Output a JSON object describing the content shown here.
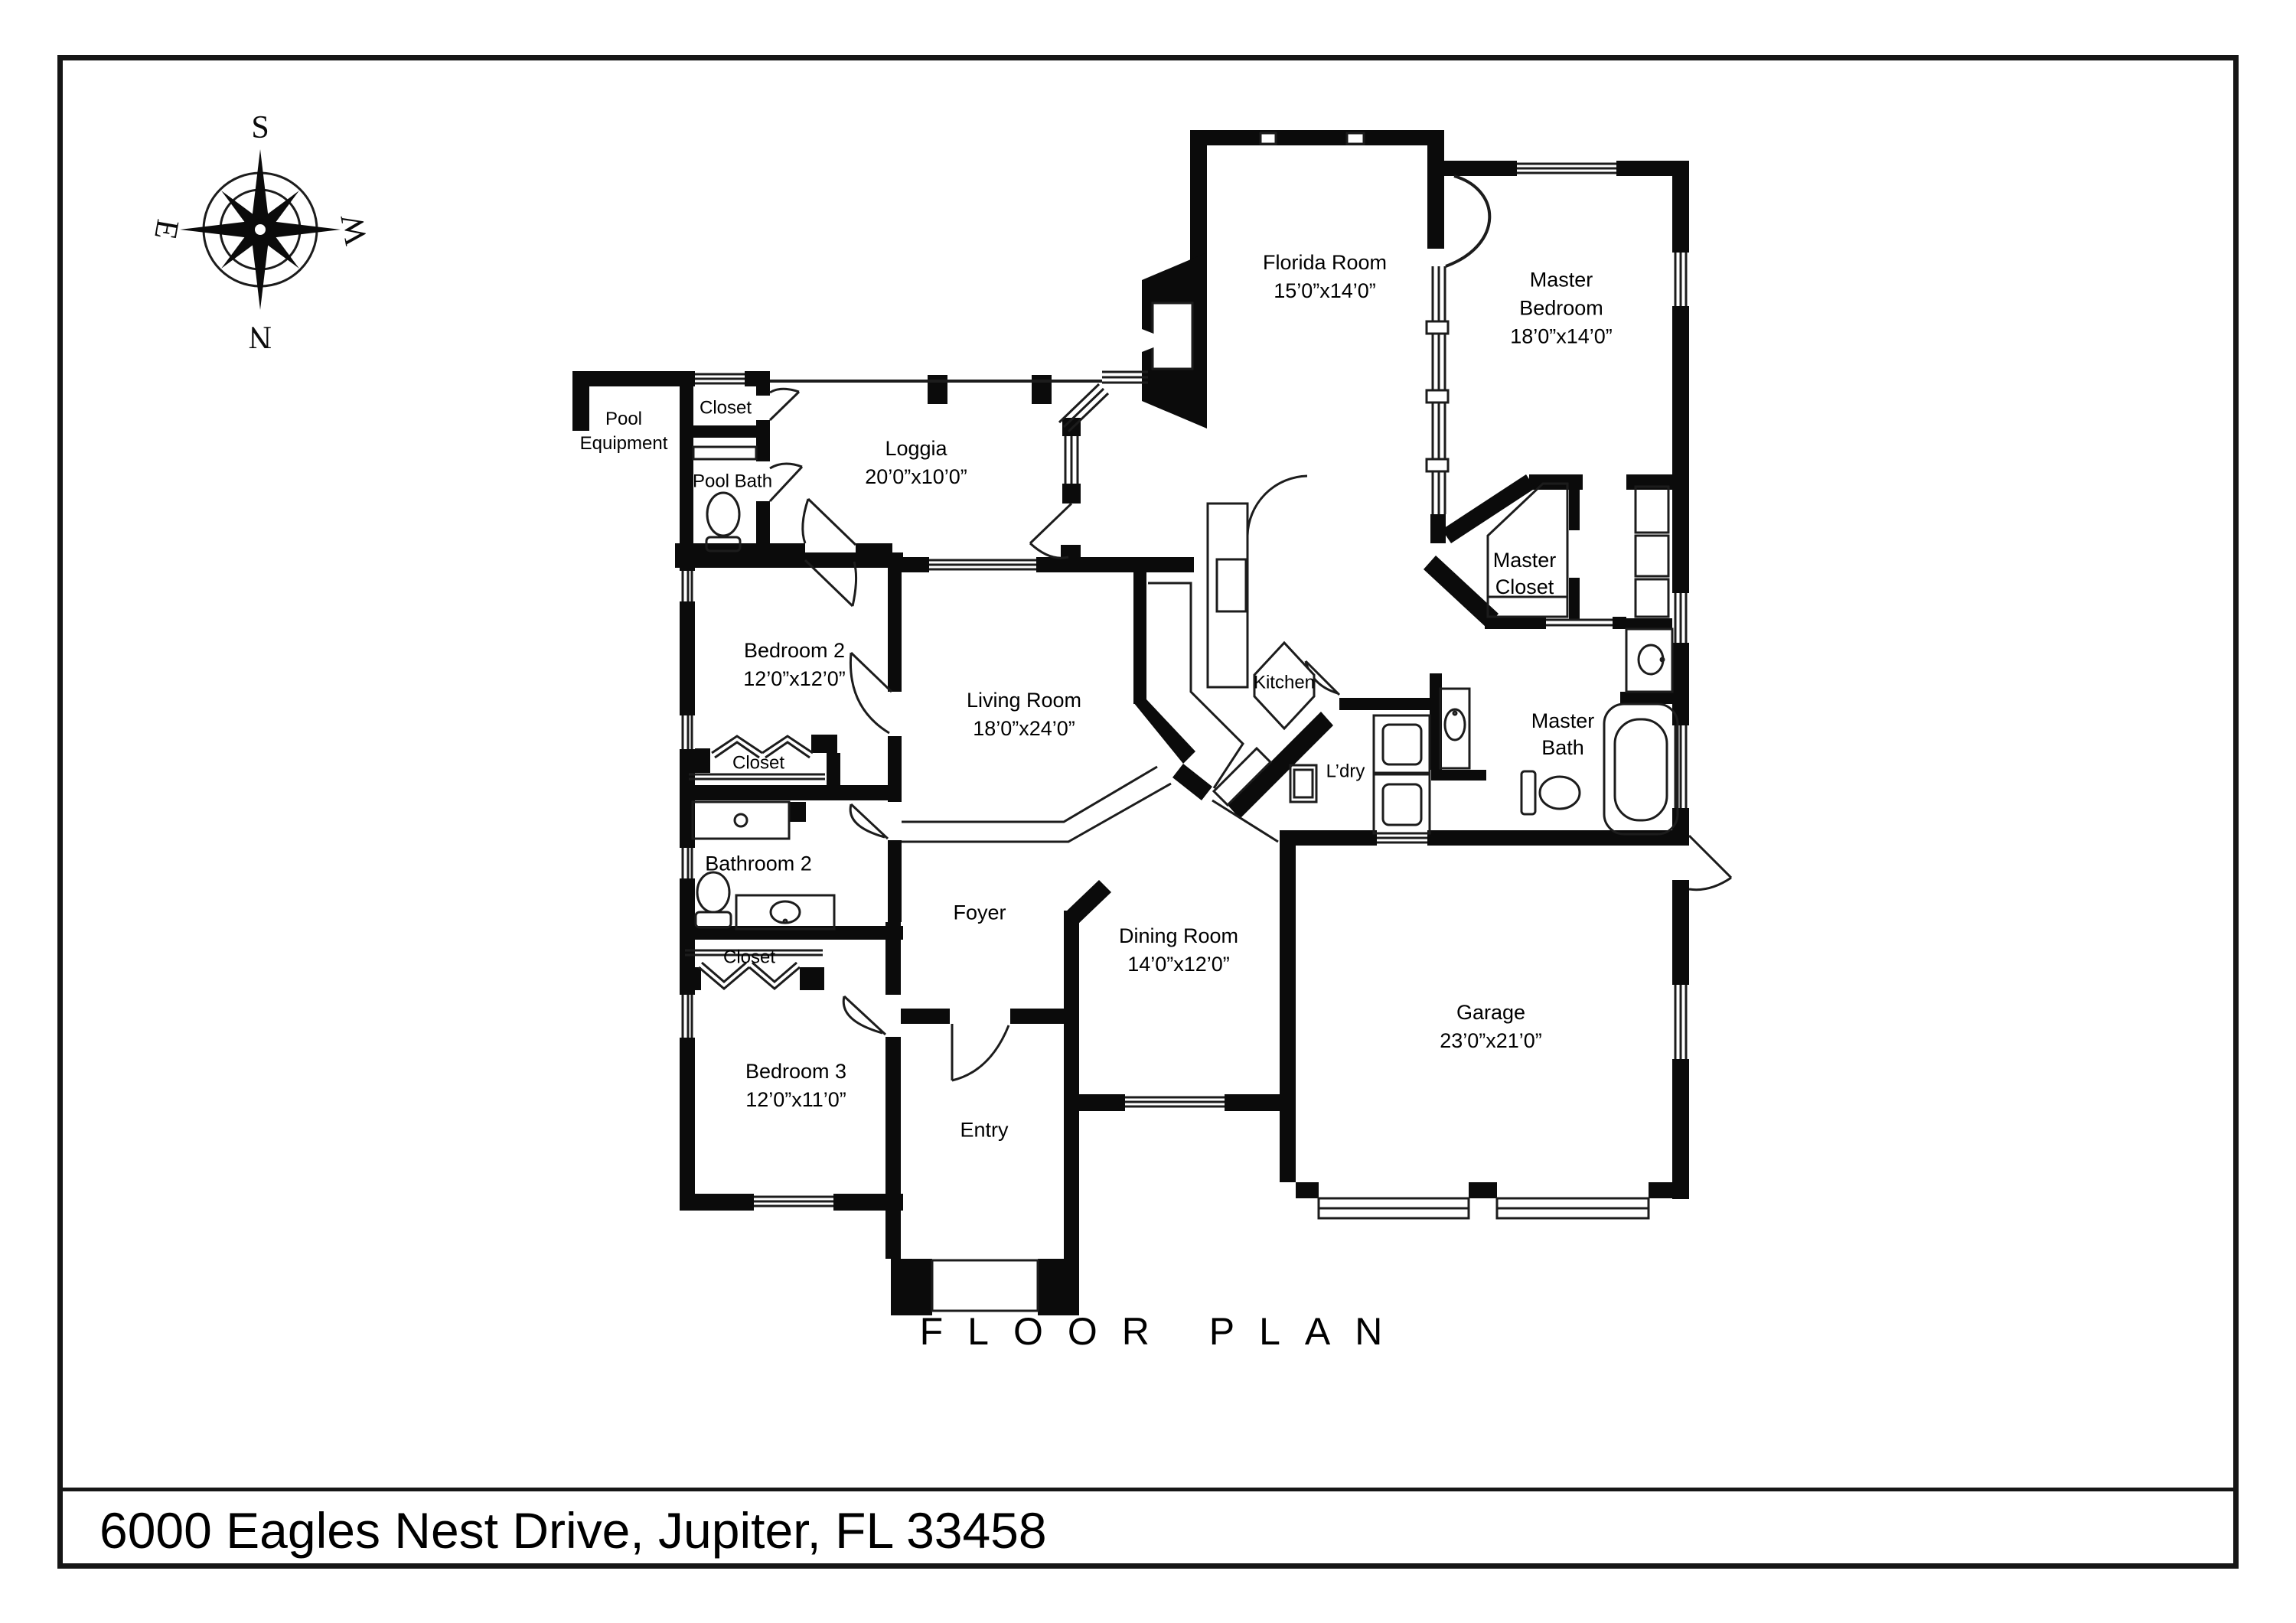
{
  "titles": {
    "plan_title": "FLOOR PLAN",
    "address": "6000 Eagles Nest Drive, Jupiter, FL 33458"
  },
  "compass": {
    "n": "N",
    "s": "S",
    "e": "E",
    "w": "W"
  },
  "colors": {
    "wall": "#000000",
    "background": "#ffffff",
    "text": "#000000"
  },
  "rooms": {
    "florida_room": {
      "name": "Florida Room",
      "dims": "15’0”x14’0”"
    },
    "master_bedroom": {
      "l1": "Master",
      "l2": "Bedroom",
      "dims": "18’0”x14’0”"
    },
    "loggia": {
      "name": "Loggia",
      "dims": "20’0”x10’0”"
    },
    "pool_equipment": {
      "l1": "Pool",
      "l2": "Equipment"
    },
    "pool_closet": {
      "name": "Closet"
    },
    "pool_bath": {
      "name": "Pool Bath"
    },
    "bedroom_2": {
      "name": "Bedroom 2",
      "dims": "12’0”x12’0”"
    },
    "living_room": {
      "name": "Living Room",
      "dims": "18’0”x24’0”"
    },
    "kitchen": {
      "name": "Kitchen"
    },
    "master_closet": {
      "l1": "Master",
      "l2": "Closet"
    },
    "master_bath": {
      "l1": "Master",
      "l2": "Bath"
    },
    "laundry": {
      "name": "L’dry"
    },
    "closet_mid": {
      "name": "Closet"
    },
    "bathroom_2": {
      "name": "Bathroom 2"
    },
    "closet_lower": {
      "name": "Closet"
    },
    "foyer": {
      "name": "Foyer"
    },
    "dining_room": {
      "name": "Dining Room",
      "dims": "14’0”x12’0”"
    },
    "garage": {
      "name": "Garage",
      "dims": "23’0”x21’0”"
    },
    "bedroom_3": {
      "name": "Bedroom 3",
      "dims": "12’0”x11’0”"
    },
    "entry": {
      "name": "Entry"
    }
  }
}
